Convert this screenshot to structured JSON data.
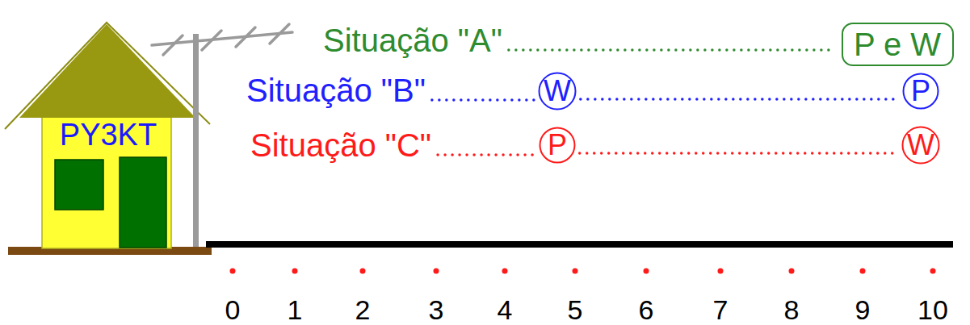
{
  "diagram": {
    "nodes": [
      {
        "text": [
          "P e W"
        ]
      },
      {
        "text": [
          "W"
        ]
      },
      {
        "text": [
          "P"
        ]
      },
      {
        "text": [
          "P"
        ]
      },
      {
        "text": [
          "W"
        ]
      }
    ],
    "edges": [
      {
        "from": 1,
        "to": 2,
        "arrow": "none"
      },
      {
        "from": 3,
        "to": 4,
        "arrow": "none"
      }
    ],
    "labels": [
      "PY3KT",
      "Situação \"A\"",
      "Situação \"B\"",
      "Situação \"C\"",
      "0",
      "1",
      "2",
      "3",
      "4",
      "5",
      "6",
      "7",
      "8",
      "9",
      "10"
    ]
  }
}
